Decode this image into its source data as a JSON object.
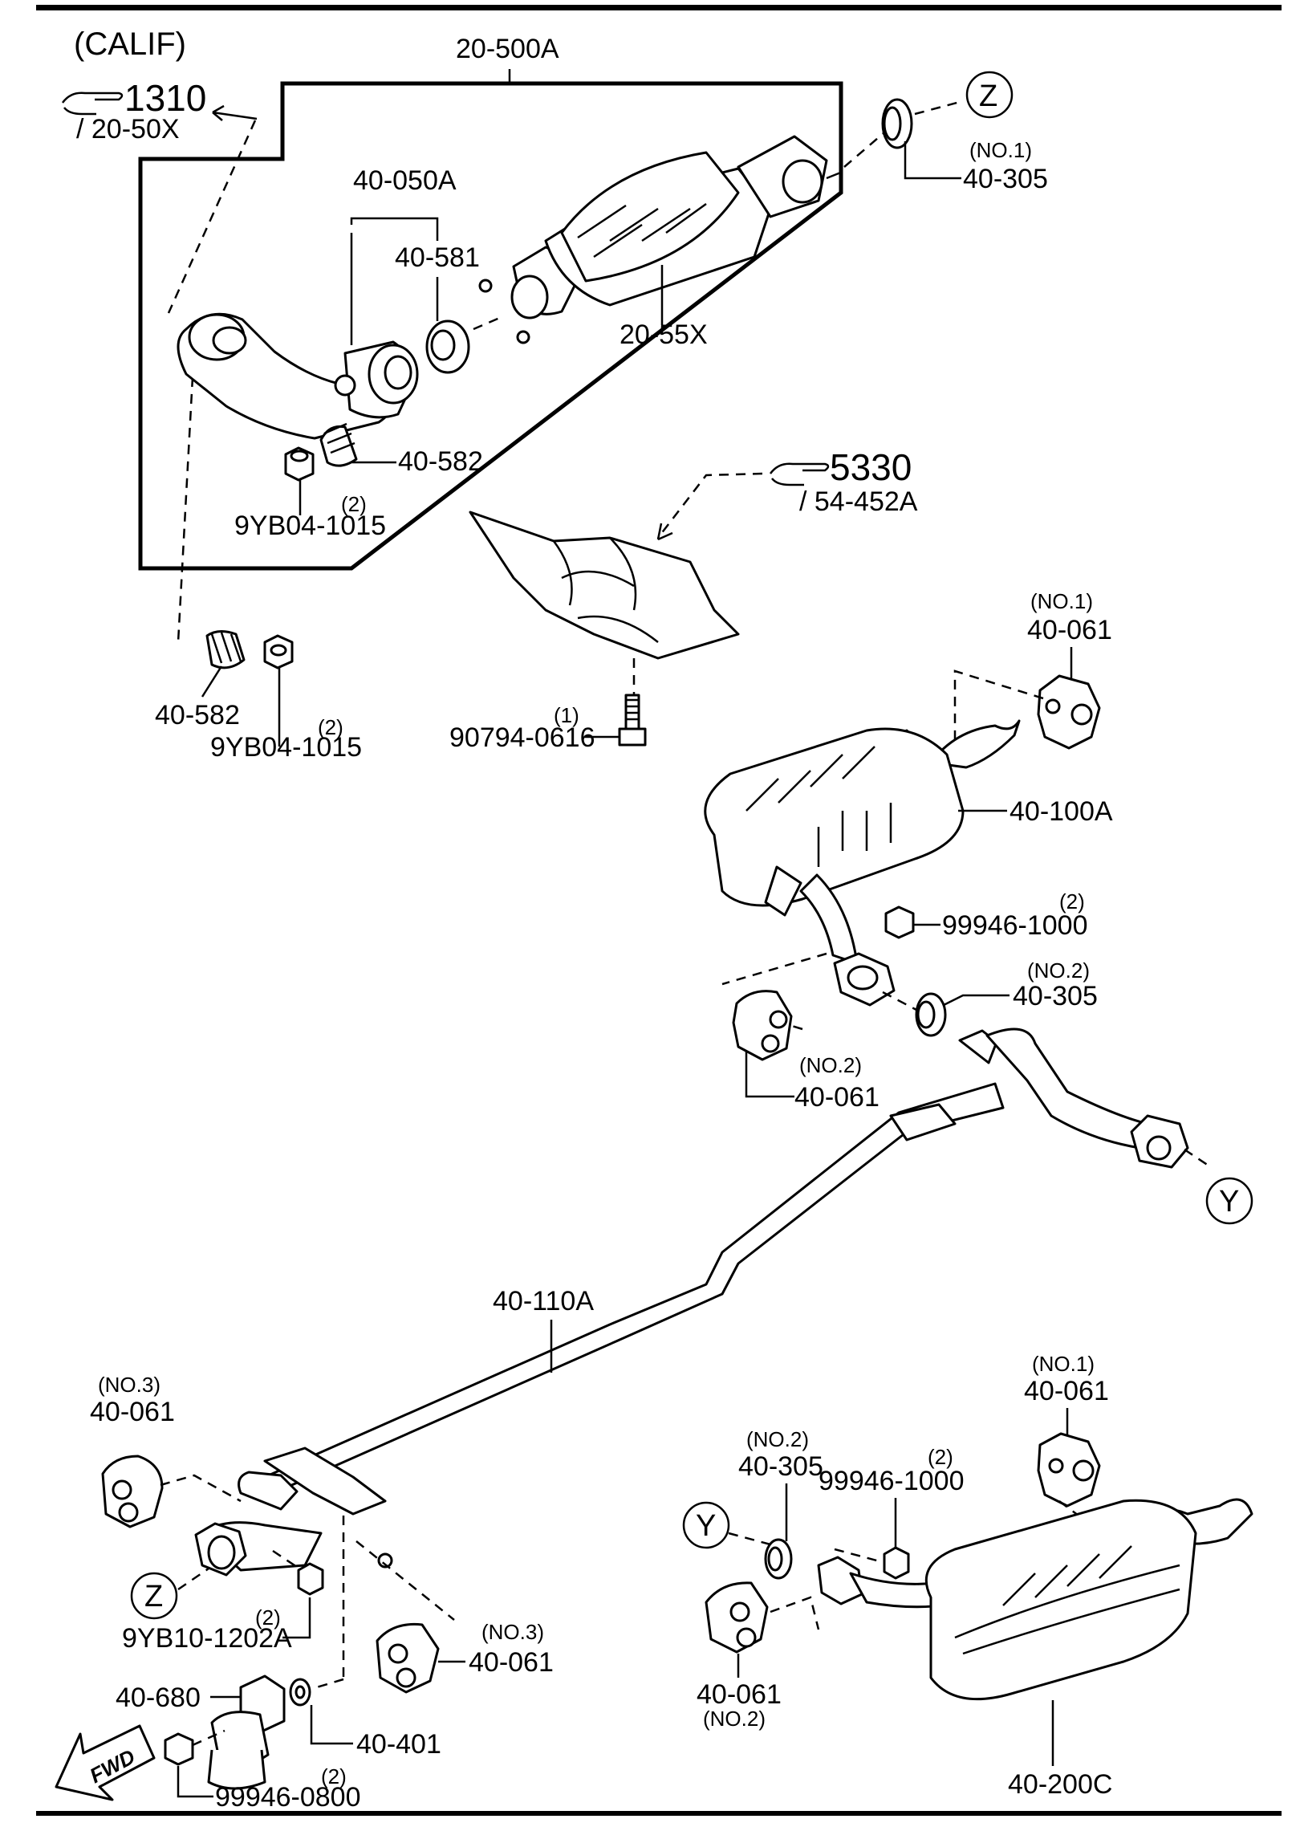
{
  "variant": "(CALIF)",
  "refs": {
    "r1310_num": "1310",
    "r1310_sub": "/ 20-50X",
    "r5330_num": "5330",
    "r5330_sub": "/ 54-452A"
  },
  "connectors": {
    "z": "Z",
    "y": "Y"
  },
  "fwd": "FWD",
  "parts": {
    "p_20_500A": "20-500A",
    "p_40_305_no1": "40-305",
    "no1_a": "(NO.1)",
    "p_40_050A": "40-050A",
    "p_40_581": "40-581",
    "p_20_55X": "20-55X",
    "p_40_582_a": "40-582",
    "p_9YB04_a": "9YB04-1015",
    "qty2_a": "(2)",
    "p_40_582_b": "40-582",
    "p_9YB04_b": "9YB04-1015",
    "qty2_b": "(2)",
    "p_90794": "90794-0616",
    "qty1": "(1)",
    "no1_b": "(NO.1)",
    "p_40_061_no1_top": "40-061",
    "p_40_100A": "40-100A",
    "qty2_c": "(2)",
    "p_99946_1000_a": "99946-1000",
    "no2_a": "(NO.2)",
    "p_40_305_no2_a": "40-305",
    "no2_b": "(NO.2)",
    "p_40_061_no2_a": "40-061",
    "p_40_110A": "40-110A",
    "no3_a": "(NO.3)",
    "p_40_061_no3_a": "40-061",
    "no1_c": "(NO.1)",
    "p_40_061_no1_b": "40-061",
    "no2_c": "(NO.2)",
    "p_40_305_no2_b": "40-305",
    "qty2_d": "(2)",
    "p_99946_1000_b": "99946-1000",
    "qty2_e": "(2)",
    "p_9YB10": "9YB10-1202A",
    "no3_b": "(NO.3)",
    "p_40_061_no3_b": "40-061",
    "p_40_680": "40-680",
    "p_40_401": "40-401",
    "p_40_061_no2_b": "40-061",
    "no2_d": "(NO.2)",
    "p_40_200C": "40-200C",
    "qty2_f": "(2)",
    "p_99946_0800": "99946-0800"
  }
}
